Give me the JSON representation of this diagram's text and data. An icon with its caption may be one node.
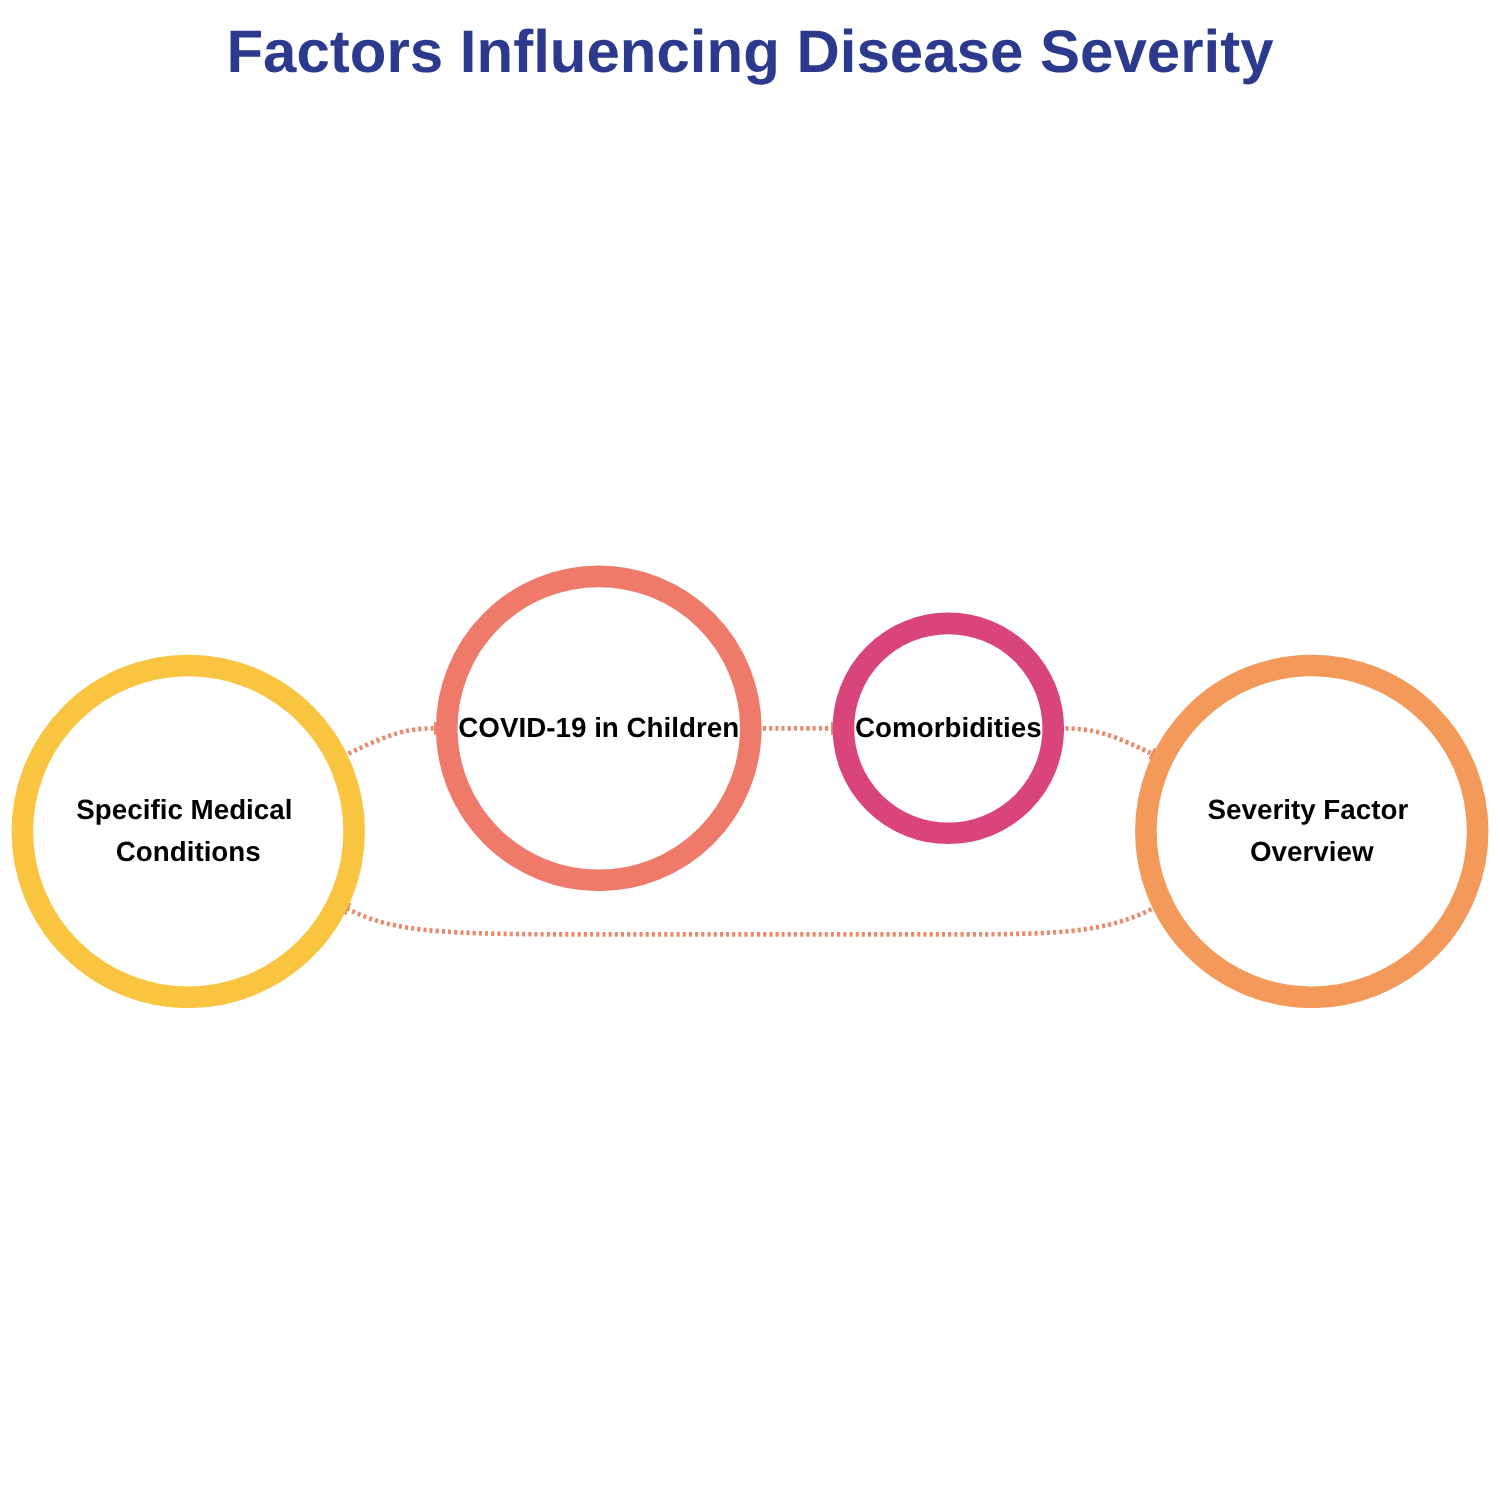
{
  "diagram": {
    "title": "Factors Influencing Disease Severity",
    "nodes": [
      {
        "text": [
          "Specific Medical Conditions"
        ]
      },
      {
        "text": [
          "Severity Factor Overview"
        ]
      },
      {
        "text": [
          "COVID-19 in Children"
        ]
      },
      {
        "text": [
          "Comorbidities"
        ]
      }
    ],
    "edges": [
      {
        "from": 1,
        "to": 0,
        "arrow": "to",
        "style": "dashed"
      },
      {
        "from": 0,
        "to": 2,
        "arrow": "to",
        "style": "dashed"
      },
      {
        "from": 2,
        "to": 3,
        "arrow": "to",
        "style": "dashed"
      },
      {
        "from": 3,
        "to": 1,
        "arrow": "to",
        "style": "dashed"
      }
    ]
  }
}
